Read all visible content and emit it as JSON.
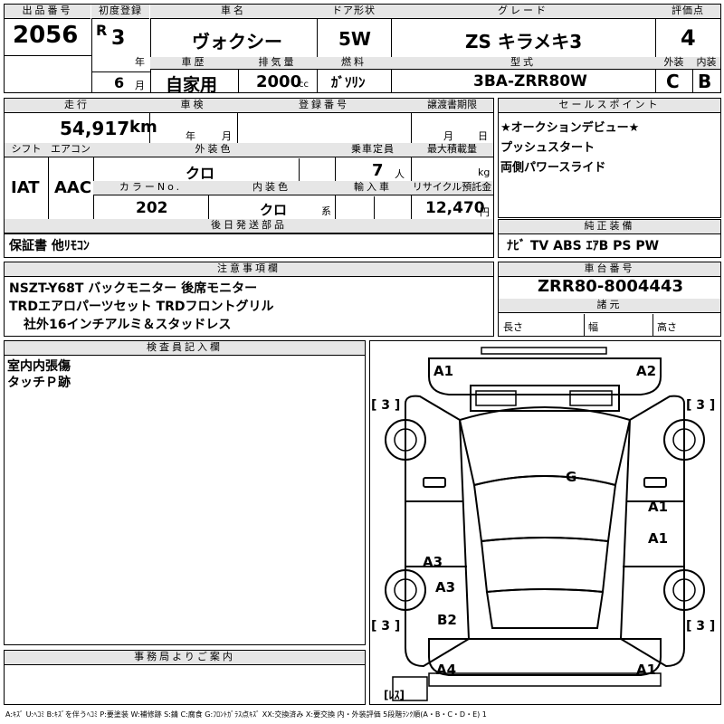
{
  "top": {
    "lot_header": "出品番号",
    "lot_number": "2056",
    "reg_header": "初度登録",
    "era": "R",
    "reg_year": "3",
    "year_unit": "年",
    "reg_month": "6",
    "month_unit": "月",
    "name_header": "車名",
    "car_name": "ヴォクシー",
    "door_header": "ドア形状",
    "door": "5W",
    "grade_header": "グレード",
    "grade": "ZS キラメキ3",
    "score_header": "評価点",
    "score": "4",
    "history_header": "車歴",
    "history": "自家用",
    "disp_header": "排気量",
    "displacement": "2000",
    "disp_unit": "cc",
    "fuel_header": "燃料",
    "fuel": "ｶﾞｿﾘﾝ",
    "model_header": "型式",
    "model": "3BA-ZRR80W",
    "ext_header": "外装",
    "ext_grade": "C",
    "int_header": "内装",
    "int_grade": "B"
  },
  "middle": {
    "mileage_header": "走行",
    "mileage": "54,917",
    "mileage_unit": "km",
    "inspection_header": "車検",
    "insp_year_unit": "年",
    "insp_month_unit": "月",
    "plate_header": "登録番号",
    "transfer_header": "譲渡書期限",
    "transfer_month_unit": "月",
    "transfer_day_unit": "日",
    "shift_header": "シフト",
    "shift": "IAT",
    "ac_header": "エアコン",
    "ac": "AAC",
    "color_header": "外装色",
    "color": "クロ",
    "capacity_header": "乗車定員",
    "capacity": "7",
    "capacity_unit": "人",
    "load_header": "最大積載量",
    "load_unit": "kg",
    "colorno_header": "カラーNo.",
    "color_no": "202",
    "intcolor_header": "内装色",
    "int_color": "クロ",
    "int_color_unit": "系",
    "import_header": "輸入車",
    "recycle_header": "リサイクル預託金",
    "recycle": "12,470",
    "recycle_unit": "円",
    "parts_header": "後日発送部品",
    "parts": "保証書 他ﾘﾓｺﾝ"
  },
  "sales": {
    "header": "セールスポイント",
    "points": [
      "★オークションデビュー★",
      "プッシュスタート",
      "両側パワースライド"
    ]
  },
  "equipment": {
    "header": "純正装備",
    "items": "ﾅﾋﾞ TV ABS ｴｱB PS PW"
  },
  "notes": {
    "header": "注意事項欄",
    "lines": [
      "NSZT-Y68T バックモニター 後席モニター",
      "TRDエアロパーツセット TRDフロントグリル",
      "社外16インチアルミ＆スタッドレス"
    ]
  },
  "chassis": {
    "header": "車台番号",
    "number": "ZRR80-8004443",
    "dims_header": "諸元",
    "length_label": "長さ",
    "width_label": "幅",
    "height_label": "高さ"
  },
  "inspector": {
    "header": "検査員記入欄",
    "lines": [
      "室内内張傷",
      "タッチＰ跡"
    ]
  },
  "office": {
    "header": "事務局よりご案内"
  },
  "damage_map": {
    "marks": [
      "A1",
      "A2",
      "G",
      "A1",
      "A1",
      "A3",
      "A3",
      "B2",
      "A4",
      "A1"
    ],
    "tire_labels": [
      "[ 3 ]",
      "[ 3 ]",
      "[ 3 ]",
      "[ 3 ]"
    ],
    "spare_label": "[ﾚｽ]"
  },
  "legend": "A:ｷｽﾞ U:ﾍｺﾐ B:ｷｽﾞを伴うﾍｺﾐ P:要塗装 W:補修跡 S:錆 C:腐食 G:ﾌﾛﾝﾄｶﾞﾗｽ点ｷｽﾞ XX:交換済み X:要交換  内・外装評価 5段階ﾗﾝｸ順(A・B・C・D・E) 1"
}
